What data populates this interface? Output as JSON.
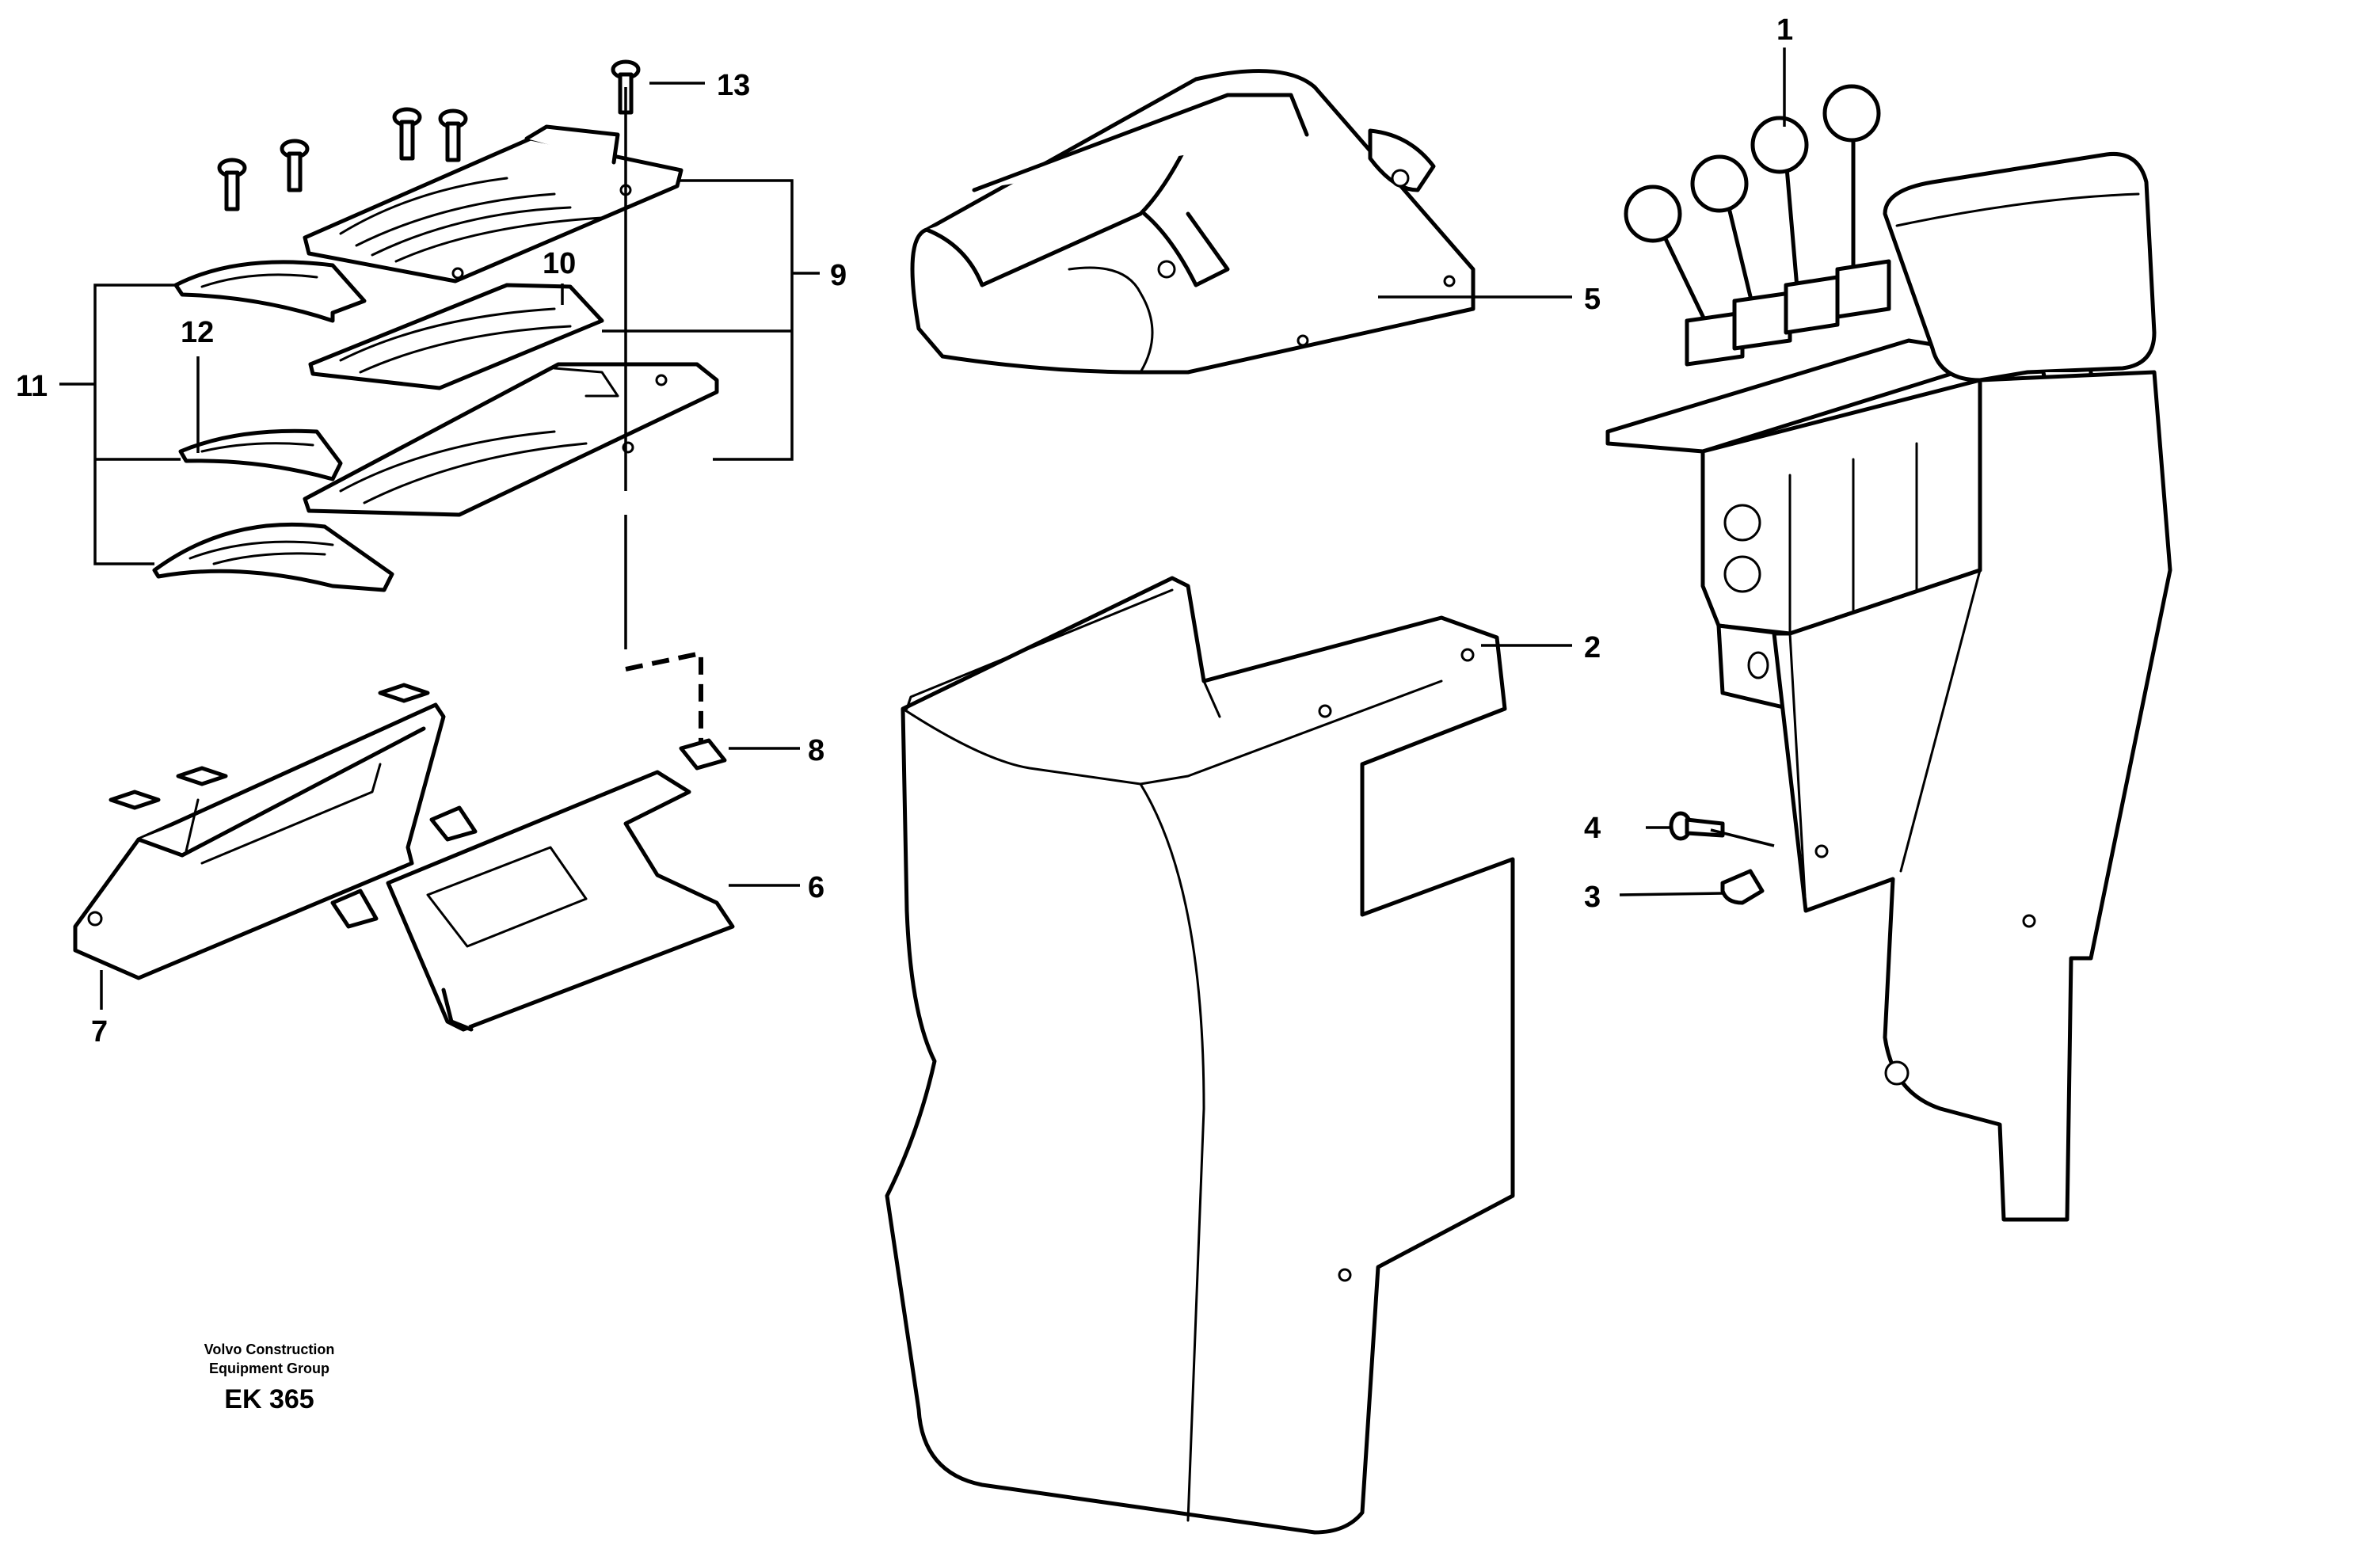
{
  "callouts": [
    {
      "id": "1",
      "text": "1"
    },
    {
      "id": "2",
      "text": "2"
    },
    {
      "id": "3",
      "text": "3"
    },
    {
      "id": "4",
      "text": "4"
    },
    {
      "id": "5",
      "text": "5"
    },
    {
      "id": "6",
      "text": "6"
    },
    {
      "id": "7",
      "text": "7"
    },
    {
      "id": "8",
      "text": "8"
    },
    {
      "id": "9",
      "text": "9"
    },
    {
      "id": "10",
      "text": "10"
    },
    {
      "id": "11",
      "text": "11"
    },
    {
      "id": "12",
      "text": "12"
    },
    {
      "id": "13",
      "text": "13"
    }
  ],
  "footer": {
    "line1": "Volvo Construction",
    "line2": "Equipment Group",
    "code": "EK 365"
  }
}
